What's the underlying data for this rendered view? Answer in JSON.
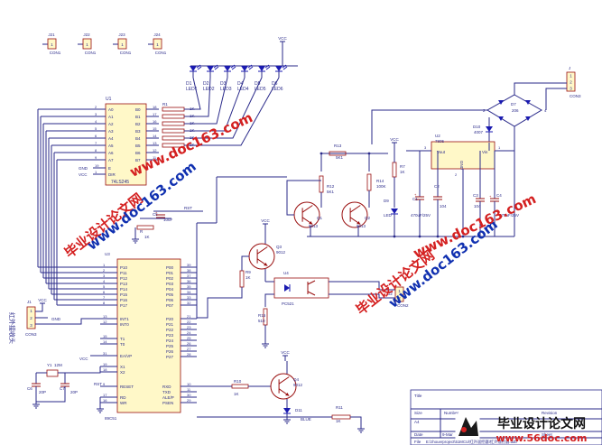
{
  "colors": {
    "wire": "#2a2a8a",
    "part": "#9a1010",
    "chip_fill": "#fff8c8",
    "text": "#2a2a8a",
    "watermark_red": "#d42020",
    "watermark_blue": "#1030b0",
    "led": "#1a1ab0"
  },
  "headers": [
    {
      "ref": "J21",
      "pin": "1",
      "name": "CON1"
    },
    {
      "ref": "J22",
      "pin": "1",
      "name": "CON1"
    },
    {
      "ref": "J23",
      "pin": "1",
      "name": "CON1"
    },
    {
      "ref": "J24",
      "pin": "1",
      "name": "CON1"
    }
  ],
  "vcc": "VCC",
  "gnd": "GND",
  "leds": [
    {
      "ref": "D1",
      "name": "LED1"
    },
    {
      "ref": "D2",
      "name": "LED2"
    },
    {
      "ref": "D3",
      "name": "LED3"
    },
    {
      "ref": "D4",
      "name": "LED4"
    },
    {
      "ref": "D5",
      "name": "LED5"
    },
    {
      "ref": "D6",
      "name": "LED6"
    }
  ],
  "u1": {
    "ref": "U1",
    "name": "74LS245",
    "left_pins": [
      "A0",
      "A1",
      "A2",
      "A3",
      "A4",
      "A5",
      "A6",
      "A7"
    ],
    "left_nums": [
      "2",
      "3",
      "4",
      "5",
      "6",
      "7",
      "8",
      "9"
    ],
    "right_pins": [
      "B0",
      "B1",
      "B2",
      "B3",
      "B4",
      "B5",
      "B6",
      "B7"
    ],
    "right_nums": [
      "18",
      "17",
      "16",
      "15",
      "14",
      "13",
      "12",
      "11"
    ],
    "e": "E",
    "dir": "DIR",
    "e_num": "19",
    "dir_num": "1"
  },
  "resistors_led": {
    "ref": "R1",
    "values": [
      "1K",
      "1K",
      "1K",
      "1K",
      "1K",
      "1K"
    ]
  },
  "j1_top": {
    "ref": "J",
    "pins": [
      "1",
      "2",
      "3"
    ],
    "name": "CON3"
  },
  "bridge": {
    "ref": "D7",
    "value": "206",
    "pin2": "2",
    "pin4": "4"
  },
  "d10": {
    "ref": "D10",
    "value": "4007"
  },
  "u2": {
    "ref": "U2",
    "part": "7805",
    "vout": "Vout",
    "vin": "Vin",
    "gnd": "GND",
    "pin3": "3",
    "pin1": "1",
    "pin2": "2"
  },
  "caps": [
    {
      "ref": "C1",
      "value": "470uF/25V"
    },
    {
      "ref": "C2",
      "value": "104"
    },
    {
      "ref": "C3",
      "value": "104"
    },
    {
      "ref": "C4",
      "value": "470uF/25V"
    }
  ],
  "r13": {
    "ref": "R13",
    "value": "5K1"
  },
  "r12": {
    "ref": "R12",
    "value": "5K1"
  },
  "r14": {
    "ref": "R14",
    "value": "100K"
  },
  "r7": {
    "ref": "R7",
    "value": "1K"
  },
  "d9": {
    "ref": "D9",
    "value": "LED"
  },
  "q1": {
    "ref": "Q1",
    "part": "9013"
  },
  "q2": {
    "ref": "Q2",
    "part": "9013"
  },
  "q3": {
    "ref": "Q3",
    "part": "9012"
  },
  "q4": {
    "ref": "Q4",
    "part": "9012"
  },
  "u4": {
    "ref": "U4",
    "part": "PC521"
  },
  "j2": {
    "ref": "J2",
    "pins": [
      "1",
      "2"
    ],
    "name": "CON2"
  },
  "r9": {
    "ref": "R9",
    "value": "1K"
  },
  "r15": {
    "ref": "R15",
    "value": "510"
  },
  "rst": {
    "label": "RST",
    "c5": "C5",
    "c5v": "10uF",
    "r": "R",
    "rv": "1K"
  },
  "u3": {
    "ref": "U3",
    "part": "89C51",
    "p1_pins": [
      "P10",
      "P11",
      "P12",
      "P13",
      "P14",
      "P15",
      "P16",
      "P17"
    ],
    "p1_nums": [
      "1",
      "2",
      "3",
      "4",
      "5",
      "6",
      "7",
      "8"
    ],
    "p0_pins": [
      "P00",
      "P01",
      "P02",
      "P03",
      "P04",
      "P05",
      "P06",
      "P07"
    ],
    "p0_nums": [
      "39",
      "38",
      "37",
      "36",
      "35",
      "34",
      "33",
      "32"
    ],
    "p2_pins": [
      "P20",
      "P21",
      "P22",
      "P23",
      "P24",
      "P25",
      "P26",
      "P27"
    ],
    "p2_nums": [
      "21",
      "22",
      "23",
      "24",
      "25",
      "26",
      "27",
      "28"
    ],
    "int_pins": [
      "INT1",
      "INT0"
    ],
    "int_nums": [
      "13",
      "12"
    ],
    "t_pins": [
      "T1",
      "T0"
    ],
    "t_nums": [
      "15",
      "14"
    ],
    "ea": "EA/VP",
    "ea_num": "31",
    "x_pins": [
      "X1",
      "X2"
    ],
    "x_nums": [
      "19",
      "18"
    ],
    "reset": "RESET",
    "reset_num": "9",
    "ctl_pins": [
      "RD",
      "WR"
    ],
    "ctl_nums": [
      "17",
      "16"
    ],
    "out_pins": [
      "RXD",
      "TXD",
      "ALE/P",
      "PSEN"
    ],
    "out_nums": [
      "10",
      "11",
      "30",
      "29"
    ]
  },
  "j3": {
    "ref": "J1",
    "pins": [
      "1",
      "2",
      "3"
    ],
    "name": "CON3",
    "label": "红外接收头"
  },
  "crystal": {
    "ref": "Y1",
    "value": "12M"
  },
  "c_osc": [
    {
      "ref": "C6",
      "value": "20P"
    },
    {
      "ref": "C7",
      "value": "20P"
    }
  ],
  "rst_label": "RST",
  "r10": {
    "ref": "R10",
    "value": "1K"
  },
  "d11": {
    "ref": "D11",
    "value": "BLUE"
  },
  "r11": {
    "ref": "R11",
    "value": "1K"
  },
  "title_block": {
    "title": "Title",
    "size": "Size",
    "size_val": "A4",
    "number": "Number",
    "revision": "Revision",
    "date": "Date",
    "date_val": "9-Mar",
    "file": "File",
    "file_val": "E:\\zhouerproject\\51MCU\\红外遥控器\\红外遥控器.ddb",
    "sheet": "Sheet"
  },
  "watermark": {
    "cn": "毕业设计论文网",
    "url": "www.doc163.com",
    "site": "www.56doc.com",
    "corner_cn": "毕业设计论文网"
  }
}
